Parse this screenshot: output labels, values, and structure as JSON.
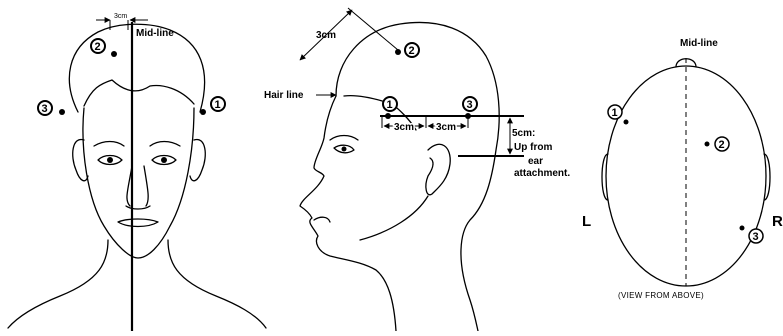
{
  "front": {
    "spacing_label": "3cm",
    "midline_label": "Mid-line",
    "points": [
      "1",
      "2",
      "3"
    ]
  },
  "side": {
    "top_label": "3cm",
    "hairline_label": "Hair line",
    "gap1_label": "3cm",
    "gap2_label": "3cm",
    "vertical_label_lines": [
      "5cm:",
      "Up  from",
      "ear",
      "attachment."
    ],
    "points": [
      "1",
      "2",
      "3"
    ]
  },
  "top": {
    "midline_label": "Mid-line",
    "left_label": "L",
    "right_label": "R",
    "caption": "(VIEW FROM ABOVE)",
    "points": [
      "1",
      "2",
      "3"
    ]
  }
}
